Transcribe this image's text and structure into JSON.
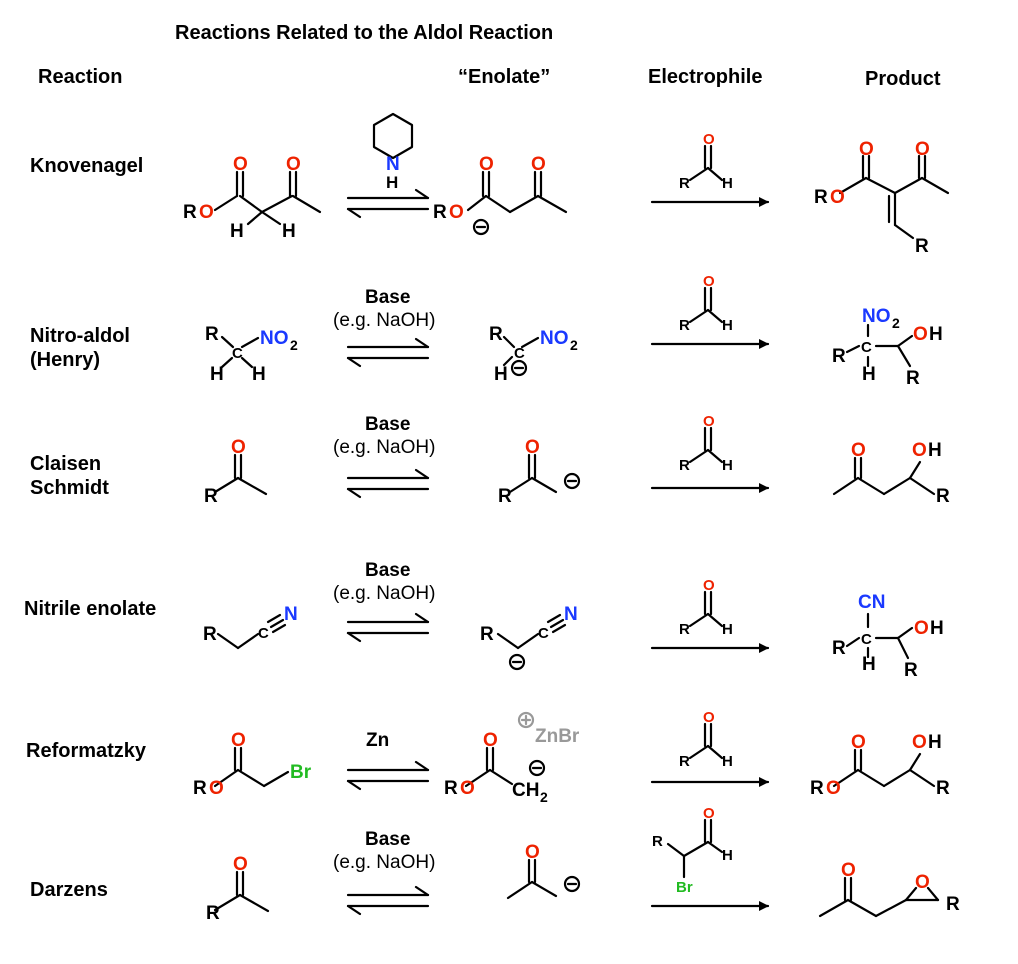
{
  "title": "Reactions Related to the Aldol Reaction",
  "headers": {
    "reaction": "Reaction",
    "enolate": "“Enolate”",
    "electrophile": "Electrophile",
    "product": "Product"
  },
  "rows": [
    {
      "name_lines": [
        "Knovenagel"
      ],
      "reagent_lines": []
    },
    {
      "name_lines": [
        "Nitro-aldol",
        "(Henry)"
      ],
      "reagent_lines": [
        "Base",
        "(e.g. NaOH)"
      ]
    },
    {
      "name_lines": [
        "Claisen",
        "Schmidt"
      ],
      "reagent_lines": [
        "Base",
        "(e.g. NaOH)"
      ]
    },
    {
      "name_lines": [
        "Nitrile enolate"
      ],
      "reagent_lines": [
        "Base",
        "(e.g. NaOH)"
      ]
    },
    {
      "name_lines": [
        "Reformatzky"
      ],
      "reagent_lines": [
        "Zn"
      ]
    },
    {
      "name_lines": [
        "Darzens"
      ],
      "reagent_lines": [
        "Base",
        "(e.g. NaOH)"
      ]
    }
  ],
  "colors": {
    "oxygen": "#ee2200",
    "nitrogen": "#1a39ff",
    "bromine": "#22bb22",
    "counterion": "#999999",
    "ink": "#000000"
  }
}
